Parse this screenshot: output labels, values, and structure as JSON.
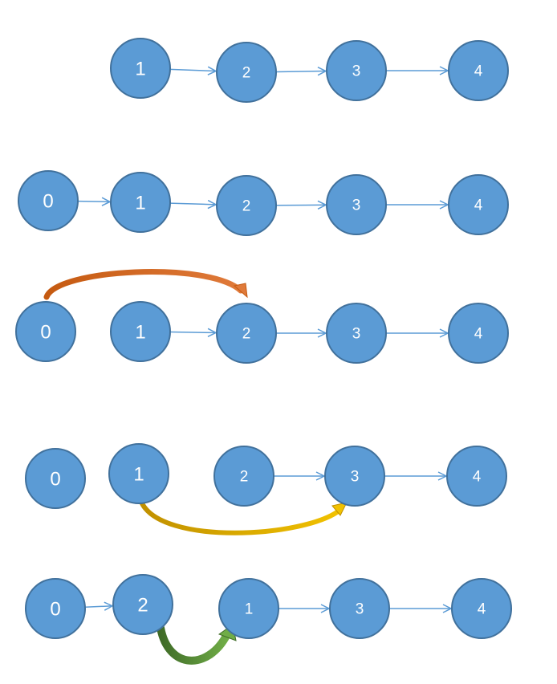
{
  "diagram": {
    "rows": [
      {
        "nodes": [
          {
            "id": "r1n1",
            "label": "1"
          },
          {
            "id": "r1n2",
            "label": "2"
          },
          {
            "id": "r1n3",
            "label": "3"
          },
          {
            "id": "r1n4",
            "label": "4"
          }
        ],
        "edges": [
          [
            "r1n1",
            "r1n2"
          ],
          [
            "r1n2",
            "r1n3"
          ],
          [
            "r1n3",
            "r1n4"
          ]
        ]
      },
      {
        "nodes": [
          {
            "id": "r2n0",
            "label": "0"
          },
          {
            "id": "r2n1",
            "label": "1"
          },
          {
            "id": "r2n2",
            "label": "2"
          },
          {
            "id": "r2n3",
            "label": "3"
          },
          {
            "id": "r2n4",
            "label": "4"
          }
        ],
        "edges": [
          [
            "r2n0",
            "r2n1"
          ],
          [
            "r2n1",
            "r2n2"
          ],
          [
            "r2n2",
            "r2n3"
          ],
          [
            "r2n3",
            "r2n4"
          ]
        ]
      },
      {
        "nodes": [
          {
            "id": "r3n0",
            "label": "0"
          },
          {
            "id": "r3n1",
            "label": "1"
          },
          {
            "id": "r3n2",
            "label": "2"
          },
          {
            "id": "r3n3",
            "label": "3"
          },
          {
            "id": "r3n4",
            "label": "4"
          }
        ],
        "edges": [
          [
            "r3n1",
            "r3n2"
          ],
          [
            "r3n2",
            "r3n3"
          ],
          [
            "r3n3",
            "r3n4"
          ]
        ],
        "curved": [
          {
            "from": "r3n0",
            "to": "r3n2",
            "color": "#c55a11"
          }
        ]
      },
      {
        "nodes": [
          {
            "id": "r4n0",
            "label": "0"
          },
          {
            "id": "r4n1",
            "label": "1"
          },
          {
            "id": "r4n2",
            "label": "2"
          },
          {
            "id": "r4n3",
            "label": "3"
          },
          {
            "id": "r4n4",
            "label": "4"
          }
        ],
        "edges": [
          [
            "r4n2",
            "r4n3"
          ],
          [
            "r4n3",
            "r4n4"
          ]
        ],
        "curved": [
          {
            "from": "r4n1",
            "to": "r4n3",
            "color": "#d4a000"
          }
        ]
      },
      {
        "nodes": [
          {
            "id": "r5n0",
            "label": "0"
          },
          {
            "id": "r5n2",
            "label": "2"
          },
          {
            "id": "r5n1",
            "label": "1"
          },
          {
            "id": "r5n3",
            "label": "3"
          },
          {
            "id": "r5n4",
            "label": "4"
          }
        ],
        "edges": [
          [
            "r5n0",
            "r5n2"
          ],
          [
            "r5n1",
            "r5n3"
          ],
          [
            "r5n3",
            "r5n4"
          ]
        ],
        "curved": [
          {
            "from": "r5n2",
            "to": "r5n1",
            "color": "#548235"
          }
        ]
      }
    ],
    "colors": {
      "node_fill": "#5b9bd5",
      "node_stroke": "#41719c",
      "edge": "#5b9bd5"
    }
  }
}
